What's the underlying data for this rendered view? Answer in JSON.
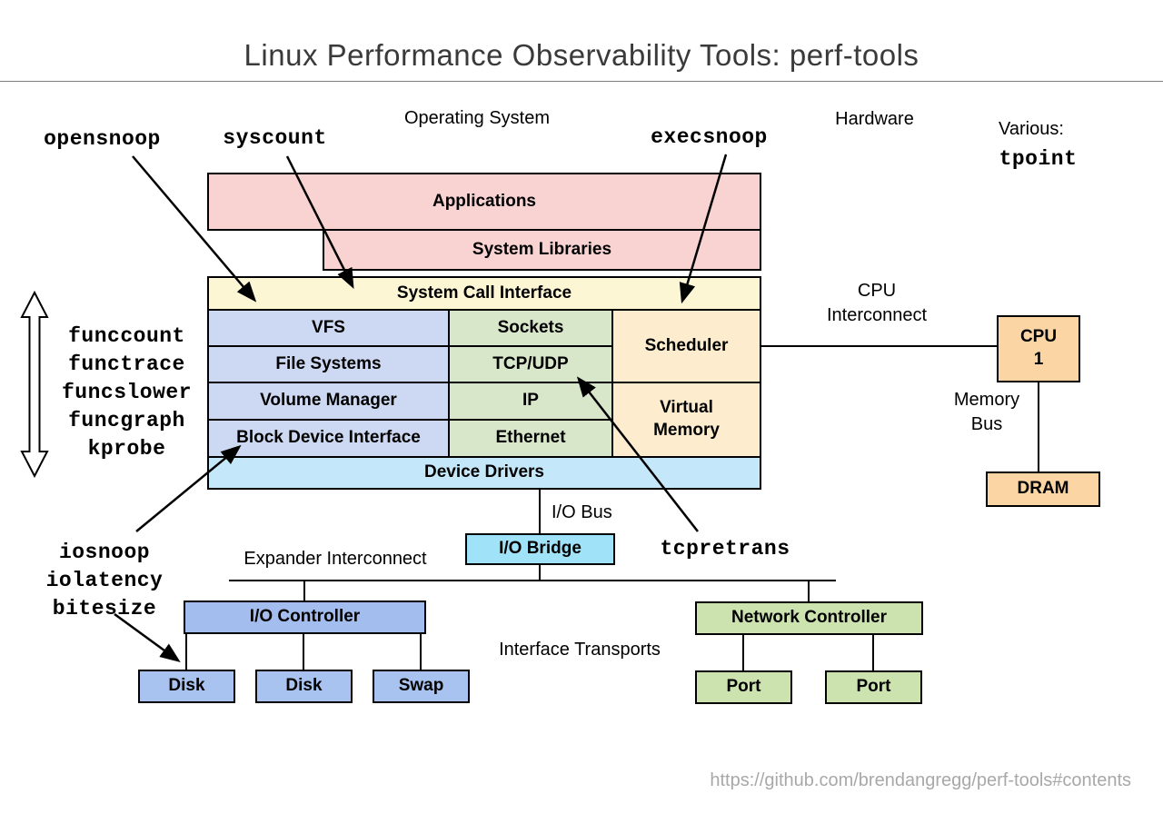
{
  "title": "Linux Performance Observability Tools: perf-tools",
  "labels": {
    "operating_system": "Operating System",
    "hardware": "Hardware",
    "various": "Various:",
    "cpu_interconnect": "CPU\nInterconnect",
    "memory_bus": "Memory\nBus",
    "io_bus": "I/O Bus",
    "expander_interconnect": "Expander Interconnect",
    "interface_transports": "Interface Transports"
  },
  "tools": {
    "opensnoop": "opensnoop",
    "syscount": "syscount",
    "execsnoop": "execsnoop",
    "tpoint": "tpoint",
    "tcpretrans": "tcpretrans",
    "func_group": [
      "funccount",
      "functrace",
      "funcslower",
      "funcgraph",
      "kprobe"
    ],
    "io_group": [
      "iosnoop",
      "iolatency",
      "bitesize"
    ]
  },
  "os_blocks": {
    "applications": "Applications",
    "system_libraries": "System Libraries",
    "system_call_interface": "System Call Interface",
    "vfs": "VFS",
    "file_systems": "File Systems",
    "volume_manager": "Volume Manager",
    "block_device_interface": "Block Device Interface",
    "sockets": "Sockets",
    "tcp_udp": "TCP/UDP",
    "ip": "IP",
    "ethernet": "Ethernet",
    "scheduler": "Scheduler",
    "virtual_memory": "Virtual\nMemory",
    "device_drivers": "Device Drivers"
  },
  "hw_blocks": {
    "cpu": "CPU\n1",
    "dram": "DRAM",
    "io_bridge": "I/O Bridge",
    "io_controller": "I/O Controller",
    "network_controller": "Network Controller",
    "disk1": "Disk",
    "disk2": "Disk",
    "swap": "Swap",
    "port1": "Port",
    "port2": "Port"
  },
  "footer": {
    "url": "https://github.com/brendangregg/perf-tools#contents"
  },
  "colors": {
    "app_pink": "#f9d2d2",
    "syscall_yellow": "#fdf6d5",
    "fs_blue": "#cdd9f2",
    "net_green": "#d8e6ca",
    "sched_cream": "#fdeccd",
    "drivers_cyan": "#c4e8fa",
    "cpu_orange": "#fbd5a3",
    "bridge_cyan": "#a0e2f7",
    "controller_blue": "#a3bdef",
    "disk_blue": "#a9c3f1",
    "port_green": "#cce3b0"
  }
}
